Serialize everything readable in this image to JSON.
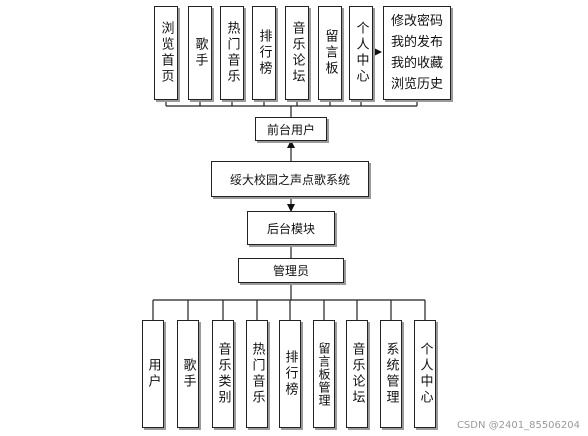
{
  "top_modules": [
    {
      "label": "浏览首页"
    },
    {
      "label": "歌手"
    },
    {
      "label": "热门音乐"
    },
    {
      "label": "排行榜"
    },
    {
      "label": "音乐论坛"
    },
    {
      "label": "留言板"
    },
    {
      "label": "个人中心"
    }
  ],
  "top_sub_lines": [
    "修改密码",
    "我的发布",
    "我的收藏",
    "浏览历史"
  ],
  "frontend_user": "前台用户",
  "system_name": "绥大校园之声点歌系统",
  "backend_module": "后台模块",
  "admin": "管理员",
  "bottom_modules": [
    {
      "label": "用户"
    },
    {
      "label": "歌手"
    },
    {
      "label": "音乐类别"
    },
    {
      "label": "热门音乐"
    },
    {
      "label": "排行榜"
    },
    {
      "label": "留言板管理"
    },
    {
      "label": "音乐论坛"
    },
    {
      "label": "系统管理"
    },
    {
      "label": "个人中心"
    }
  ],
  "watermark": "CSDN @2401_85506204"
}
